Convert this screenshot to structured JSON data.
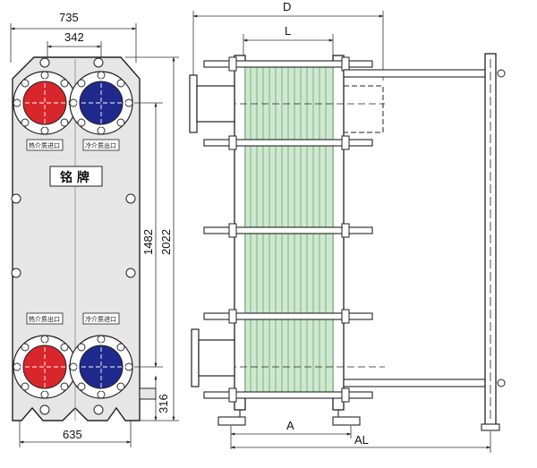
{
  "figure": {
    "subject": "Plate heat exchanger outline dimensions",
    "front_view": {
      "dimensions": {
        "overall_width": "735",
        "port_spacing": "342",
        "port_vertical_spacing": "1482",
        "overall_height": "2022",
        "bottom_port_height": "316",
        "foot_width": "635"
      },
      "labels": {
        "nameplate": "铭 牌",
        "hot_medium_top": "热介质进口",
        "cold_medium_top": "冷介质出口",
        "hot_medium_bottom": "热介质出口",
        "cold_medium_bottom": "冷介质进口"
      },
      "colors": {
        "hot_port": "#d8262c",
        "cold_port": "#1f2a8c",
        "plate_body": "#e6e6e6",
        "frame_outline": "#222222"
      }
    },
    "side_view": {
      "dimensions": {
        "overall_depth": "D",
        "plate_pack_length": "L",
        "a_length": "A",
        "total_length": "AL"
      },
      "colors": {
        "plate_pack": "#cfe8d0",
        "plate_lines": "#6fae77"
      }
    }
  }
}
